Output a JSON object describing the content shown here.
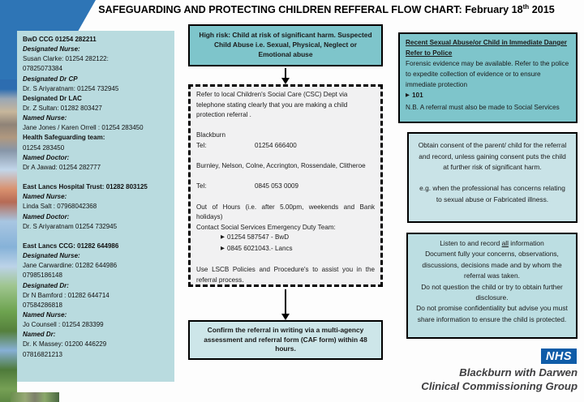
{
  "title": {
    "text_before_sup": "SAFEGUARDING AND PROTECTING CHILDREN REFFERAL FLOW CHART: February 18",
    "sup": "th",
    "text_after_sup": " 2015"
  },
  "contacts_panel": {
    "lines": [
      {
        "t": "BwD CCG 01254 282211",
        "s": "b"
      },
      {
        "t": "Designated Nurse:",
        "s": "bi"
      },
      {
        "t": "Susan Clarke: 01254 282122:",
        "s": "n"
      },
      {
        "t": "07825073384",
        "s": "n"
      },
      {
        "t": "Designated Dr CP",
        "s": "bi"
      },
      {
        "t": "Dr. S Ariyaratnam: 01254 732945",
        "s": "n"
      },
      {
        "t": "Designated Dr LAC",
        "s": "b"
      },
      {
        "t": "Dr. Z Sultan: 01282 803427",
        "s": "n"
      },
      {
        "t": "Named Nurse:",
        "s": "bi"
      },
      {
        "t": "Jane Jones / Karen Orrell : 01254 283450",
        "s": "n"
      },
      {
        "t": "Health Safeguarding team:",
        "s": "b"
      },
      {
        "t": "01254 283450",
        "s": "n"
      },
      {
        "t": "Named Doctor:",
        "s": "bi"
      },
      {
        "t": "Dr A Jawad: 01254 282777",
        "s": "n"
      },
      {
        "t": "",
        "s": "blank"
      },
      {
        "t": "East Lancs Hospital Trust: 01282 803125",
        "s": "b"
      },
      {
        "t": "Named Nurse:",
        "s": "bi"
      },
      {
        "t": "Linda Salt : 07968042368",
        "s": "n"
      },
      {
        "t": "Named Doctor:",
        "s": "bi"
      },
      {
        "t": "Dr. S Ariyaratnam 01254 732945",
        "s": "n"
      },
      {
        "t": "",
        "s": "blank"
      },
      {
        "t": "East Lancs CCG: 01282 644986",
        "s": "b"
      },
      {
        "t": "Designated Nurse:",
        "s": "bi"
      },
      {
        "t": "Jane Carwardine: 01282 644986",
        "s": "n"
      },
      {
        "t": "07985186148",
        "s": "n"
      },
      {
        "t": "Designated Dr:",
        "s": "bi"
      },
      {
        "t": "Dr N Bamford : 01282 644714",
        "s": "n"
      },
      {
        "t": "07584286818",
        "s": "n"
      },
      {
        "t": "Named Nurse:",
        "s": "bi"
      },
      {
        "t": "Jo Counsell : 01254 283399",
        "s": "n"
      },
      {
        "t": "Named Dr:",
        "s": "bi"
      },
      {
        "t": "Dr. K Massey: 01200 446229",
        "s": "n"
      },
      {
        "t": "07816821213",
        "s": "n"
      }
    ]
  },
  "flow": {
    "high_risk_text": "High risk: Child at risk of significant harm. Suspected Child Abuse i.e. Sexual, Physical, Neglect or Emotional abuse",
    "referral_box": {
      "intro": "Refer to local Children's Social Care (CSC) Dept via telephone stating clearly that you are making a child protection referral .",
      "blackburn_label": "Blackburn",
      "tel1_label": "Tel:",
      "tel1_value": "01254 666400",
      "areas_label": "Burnley, Nelson, Colne, Accrington, Rossendale, Clitheroe",
      "tel2_label": "Tel:",
      "tel2_value": "0845 053 0009",
      "out_of_hours": "Out of Hours (i.e. after 5.00pm, weekends and Bank holidays)",
      "contact_edt": "Contact Social Services Emergency Duty Team:",
      "edt1": {
        "bullet": "▶",
        "text": "01254 587547 - BwD"
      },
      "edt2": {
        "bullet": "▶",
        "text": "0845 6021043.- Lancs"
      },
      "lscb": "Use LSCB Policies and Procedure's to assist you in the referral process."
    },
    "confirm_text": "Confirm the referral in writing via a multi-agency assessment and referral form (CAF form) within 48 hours."
  },
  "right_column": {
    "police_box": {
      "heading": "Recent Sexual Abuse/or Child in Immediate Danger Refer to Police",
      "body": "Forensic evidence may be available. Refer to the police to expedite collection of evidence or to ensure immediate protection",
      "phone_bullet": "▶",
      "phone": "101",
      "note": "N.B. A referral must also be made to Social Services"
    },
    "consent_box": {
      "para1": "Obtain consent of the parent/ child for the referral and record, unless gaining consent puts the child at further risk of significant harm.",
      "para2": "e.g. when the professional has concerns relating to sexual abuse or Fabricated illness."
    },
    "listen_box": {
      "line1_pre": "Listen to and record ",
      "line1_underline": "all",
      "line1_post": " information",
      "line2": "Document fully your concerns, observations, discussions, decisions made and by whom the referral was taken.",
      "line3": "Do not question the child or try to obtain further disclosure.",
      "line4": "Do not promise confidentiality but advise you must share information to ensure the child is protected."
    }
  },
  "footer": {
    "nhs_logo": "NHS",
    "org_line1": "Blackburn with Darwen",
    "org_line2": "Clinical Commissioning Group"
  },
  "colors": {
    "teal_box": "#7ec5cb",
    "light_teal_panel": "#b9dbdf",
    "light_teal_box": "#c9e3e7",
    "confirm_box": "#cde6e9",
    "nhs_blue": "#0f5ca8",
    "decor_blue": "#2e75b6",
    "border": "#000000"
  }
}
